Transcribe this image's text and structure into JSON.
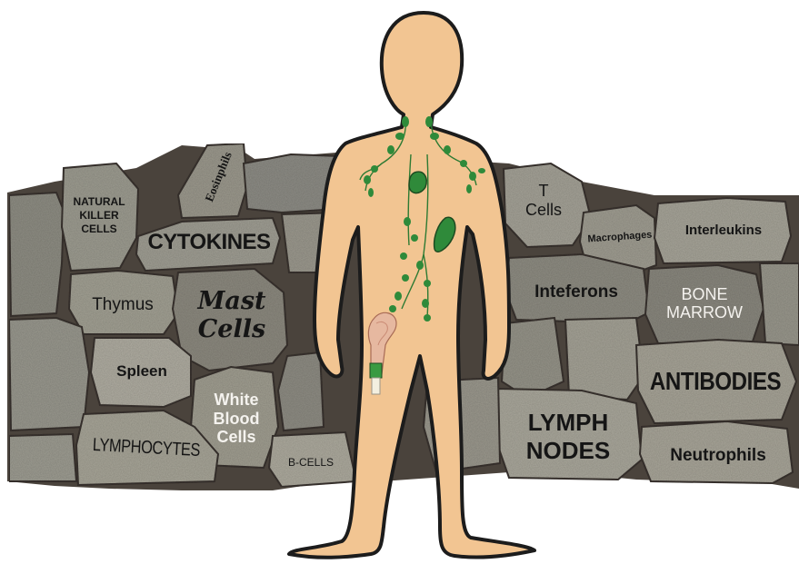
{
  "labels": {
    "natural_killer_cells": "NATURAL KILLER CELLS",
    "natural_killer_line1": "NATURAL",
    "natural_killer_line2": "KILLER",
    "natural_killer_line3": "CELLS",
    "eosinophils": "Eosinphils",
    "cytokines": "CYTOKINES",
    "thymus": "Thymus",
    "mast_cells_line1": "Mast",
    "mast_cells_line2": "Cells",
    "spleen": "Spleen",
    "white_blood_cells_line1": "White",
    "white_blood_cells_line2": "Blood",
    "white_blood_cells_line3": "Cells",
    "lymphocytes": "LYMPHOCYTES",
    "b_cells": "B-CELLS",
    "t_cells_line1": "T",
    "t_cells_line2": "Cells",
    "macrophages": "Macrophages",
    "interleukins": "Interleukins",
    "inteferons": "Inteferons",
    "bone_marrow_line1": "BONE",
    "bone_marrow_line2": "MARROW",
    "antibodies": "ANTIBODIES",
    "lymph_nodes_line1": "LYMPH",
    "lymph_nodes_line2": "NODES",
    "neutrophils": "Neutrophils"
  },
  "colors": {
    "skin": "#f2c592",
    "outline": "#1c1c1c",
    "stone": "#a4a296",
    "mortar": "#4a433c",
    "lymph_green": "#2f8a3a"
  }
}
